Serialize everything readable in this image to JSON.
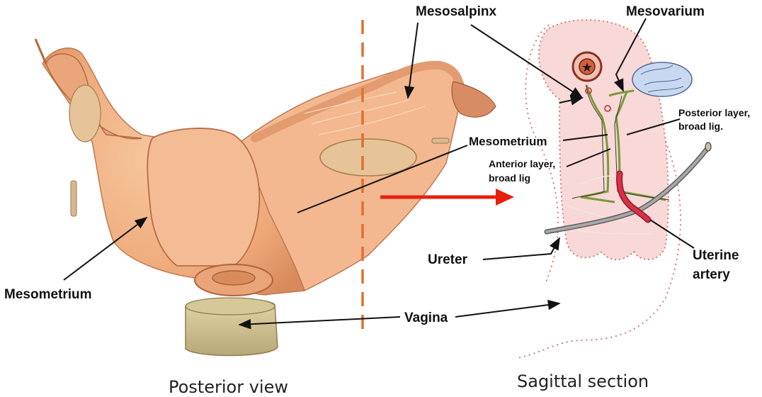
{
  "labels": {
    "mesosalpinx": "Mesosalpinx",
    "mesovarium": "Mesovarium",
    "mesometrium_top": "Mesometrium",
    "mesometrium_left": "Mesometrium",
    "posterior_layer_line1": "Posterior layer,",
    "posterior_layer_line2": "broad lig.",
    "anterior_layer_line1": "Anterior layer,",
    "anterior_layer_line2": "broad lig",
    "ureter": "Ureter",
    "uterine_artery_line1": "Uterine",
    "uterine_artery_line2": "artery",
    "vagina": "Vagina"
  },
  "captions": {
    "posterior_view": "Posterior view",
    "sagittal_section": "Sagittal section"
  },
  "colors": {
    "tissue": "#f0b088",
    "tissue_dark": "#c8764a",
    "vagina": "#cdbf8e",
    "section_pink": "#f9d8d8",
    "ligament_green": "#7a9a3a",
    "dashed_line": "#e07030",
    "red_arrow": "#e82010",
    "ureter_gray": "#808080",
    "artery_red": "#c8283c",
    "ovary_blue": "#c8d8f0"
  },
  "icons": {
    "star": "star-icon"
  }
}
